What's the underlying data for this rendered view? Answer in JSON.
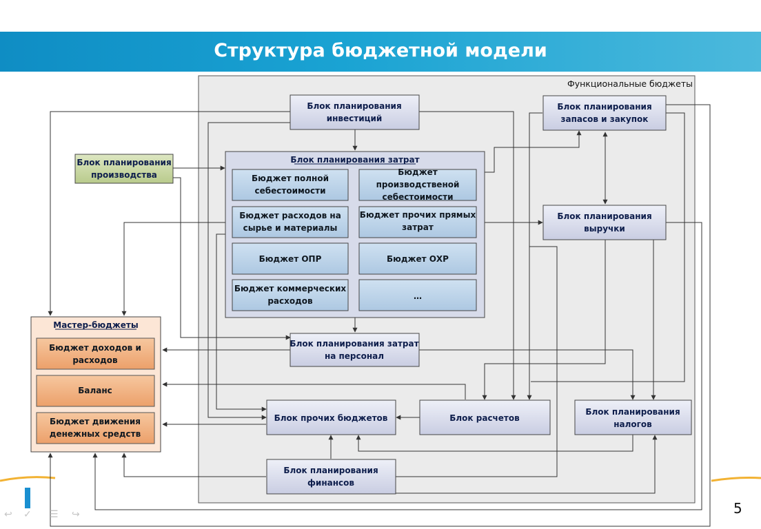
{
  "slide": {
    "title": "Структура бюджетной модели",
    "page_number": "5"
  },
  "diagram": {
    "functional_group_label": "Функциональные бюджеты",
    "investment_block": [
      "Блок планирования",
      "инвестиций"
    ],
    "production_block": [
      "Блок планирования",
      "производства"
    ],
    "cost_block": {
      "title": "Блок планирования затрат",
      "items": [
        [
          "Бюджет полной",
          "себестоимости"
        ],
        [
          "Бюджет",
          "производственой",
          "себестоимости"
        ],
        [
          "Бюджет расходов на",
          "сырье и материалы"
        ],
        [
          "Бюджет прочих прямых",
          "затрат"
        ],
        [
          "Бюджет ОПР"
        ],
        [
          "Бюджет ОХР"
        ],
        [
          "Бюджет коммерческих",
          "расходов"
        ],
        [
          "…"
        ]
      ]
    },
    "inventory_block": [
      "Блок планирования",
      "запасов и закупок"
    ],
    "revenue_block": [
      "Блок планирования",
      "выручки"
    ],
    "personnel_block": [
      "Блок планирования затрат",
      "на персонал"
    ],
    "other_budgets_block": [
      "Блок прочих бюджетов"
    ],
    "settlements_block": [
      "Блок расчетов"
    ],
    "taxes_block": [
      "Блок планирования",
      "налогов"
    ],
    "finance_block": [
      "Блок планирования",
      "финансов"
    ],
    "master_budgets": {
      "title": "Мастер-бюджеты",
      "items": [
        [
          "Бюджет доходов и",
          "расходов"
        ],
        [
          "Баланс"
        ],
        [
          "Бюджет движения",
          "денежных средств"
        ]
      ]
    }
  },
  "colors": {
    "header_blue": "#1aa3d3",
    "block_fill": "#d9dceb",
    "inner_fill": "#bdd5ea",
    "production_fill": "#cad8a6",
    "master_fill": "#fbe4d5",
    "master_item_fill": "#f0ae7c"
  }
}
